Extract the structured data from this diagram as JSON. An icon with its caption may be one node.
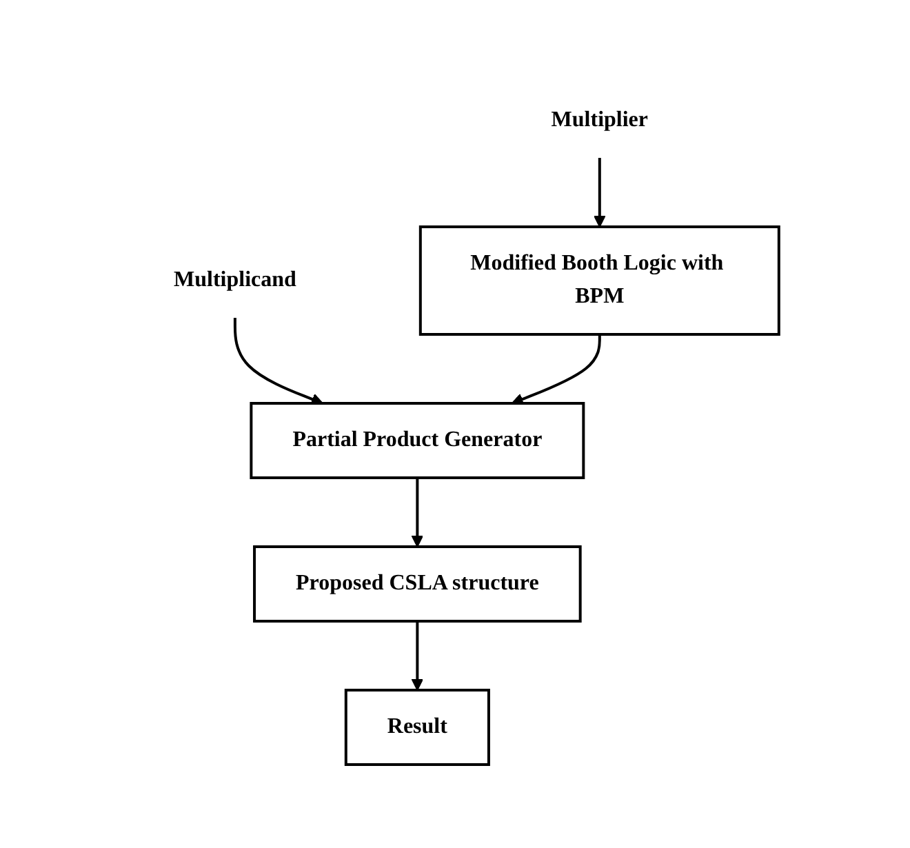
{
  "diagram": {
    "nodes": [
      {
        "text": [
          "Multiplicand"
        ]
      },
      {
        "text": [
          "Multiplier"
        ]
      },
      {
        "text": [
          "Partial Product Generator"
        ]
      },
      {
        "text": [
          "Modified Booth Logic with BPM"
        ]
      },
      {
        "text": [
          "Proposed CSLA structure"
        ]
      },
      {
        "text": [
          "Result"
        ]
      }
    ],
    "edges": [
      {
        "from": 0,
        "to": 2,
        "arrow": "to"
      },
      {
        "from": 1,
        "to": 3,
        "arrow": "to"
      },
      {
        "from": 3,
        "to": 2,
        "arrow": "to"
      },
      {
        "from": 2,
        "to": 4,
        "arrow": "to"
      },
      {
        "from": 4,
        "to": 5,
        "arrow": "to"
      }
    ]
  }
}
